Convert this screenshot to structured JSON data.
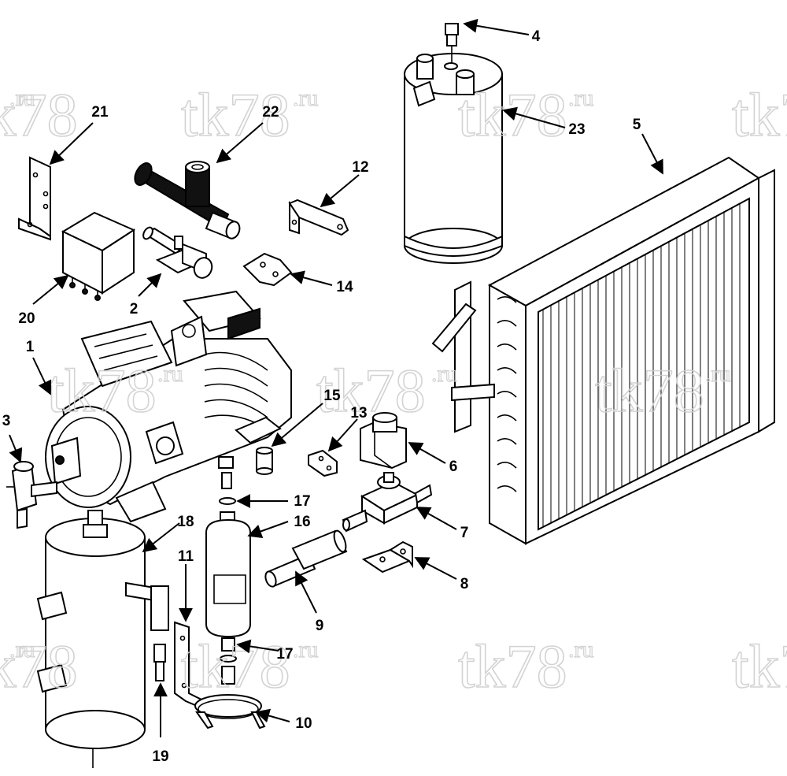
{
  "diagram": {
    "watermark": {
      "text": "tk78",
      "sup": ".ru"
    },
    "callouts": [
      "1",
      "2",
      "3",
      "4",
      "5",
      "6",
      "7",
      "8",
      "9",
      "10",
      "11",
      "12",
      "13",
      "14",
      "15",
      "16",
      "17",
      "17",
      "18",
      "19",
      "20",
      "21",
      "22",
      "23"
    ]
  }
}
